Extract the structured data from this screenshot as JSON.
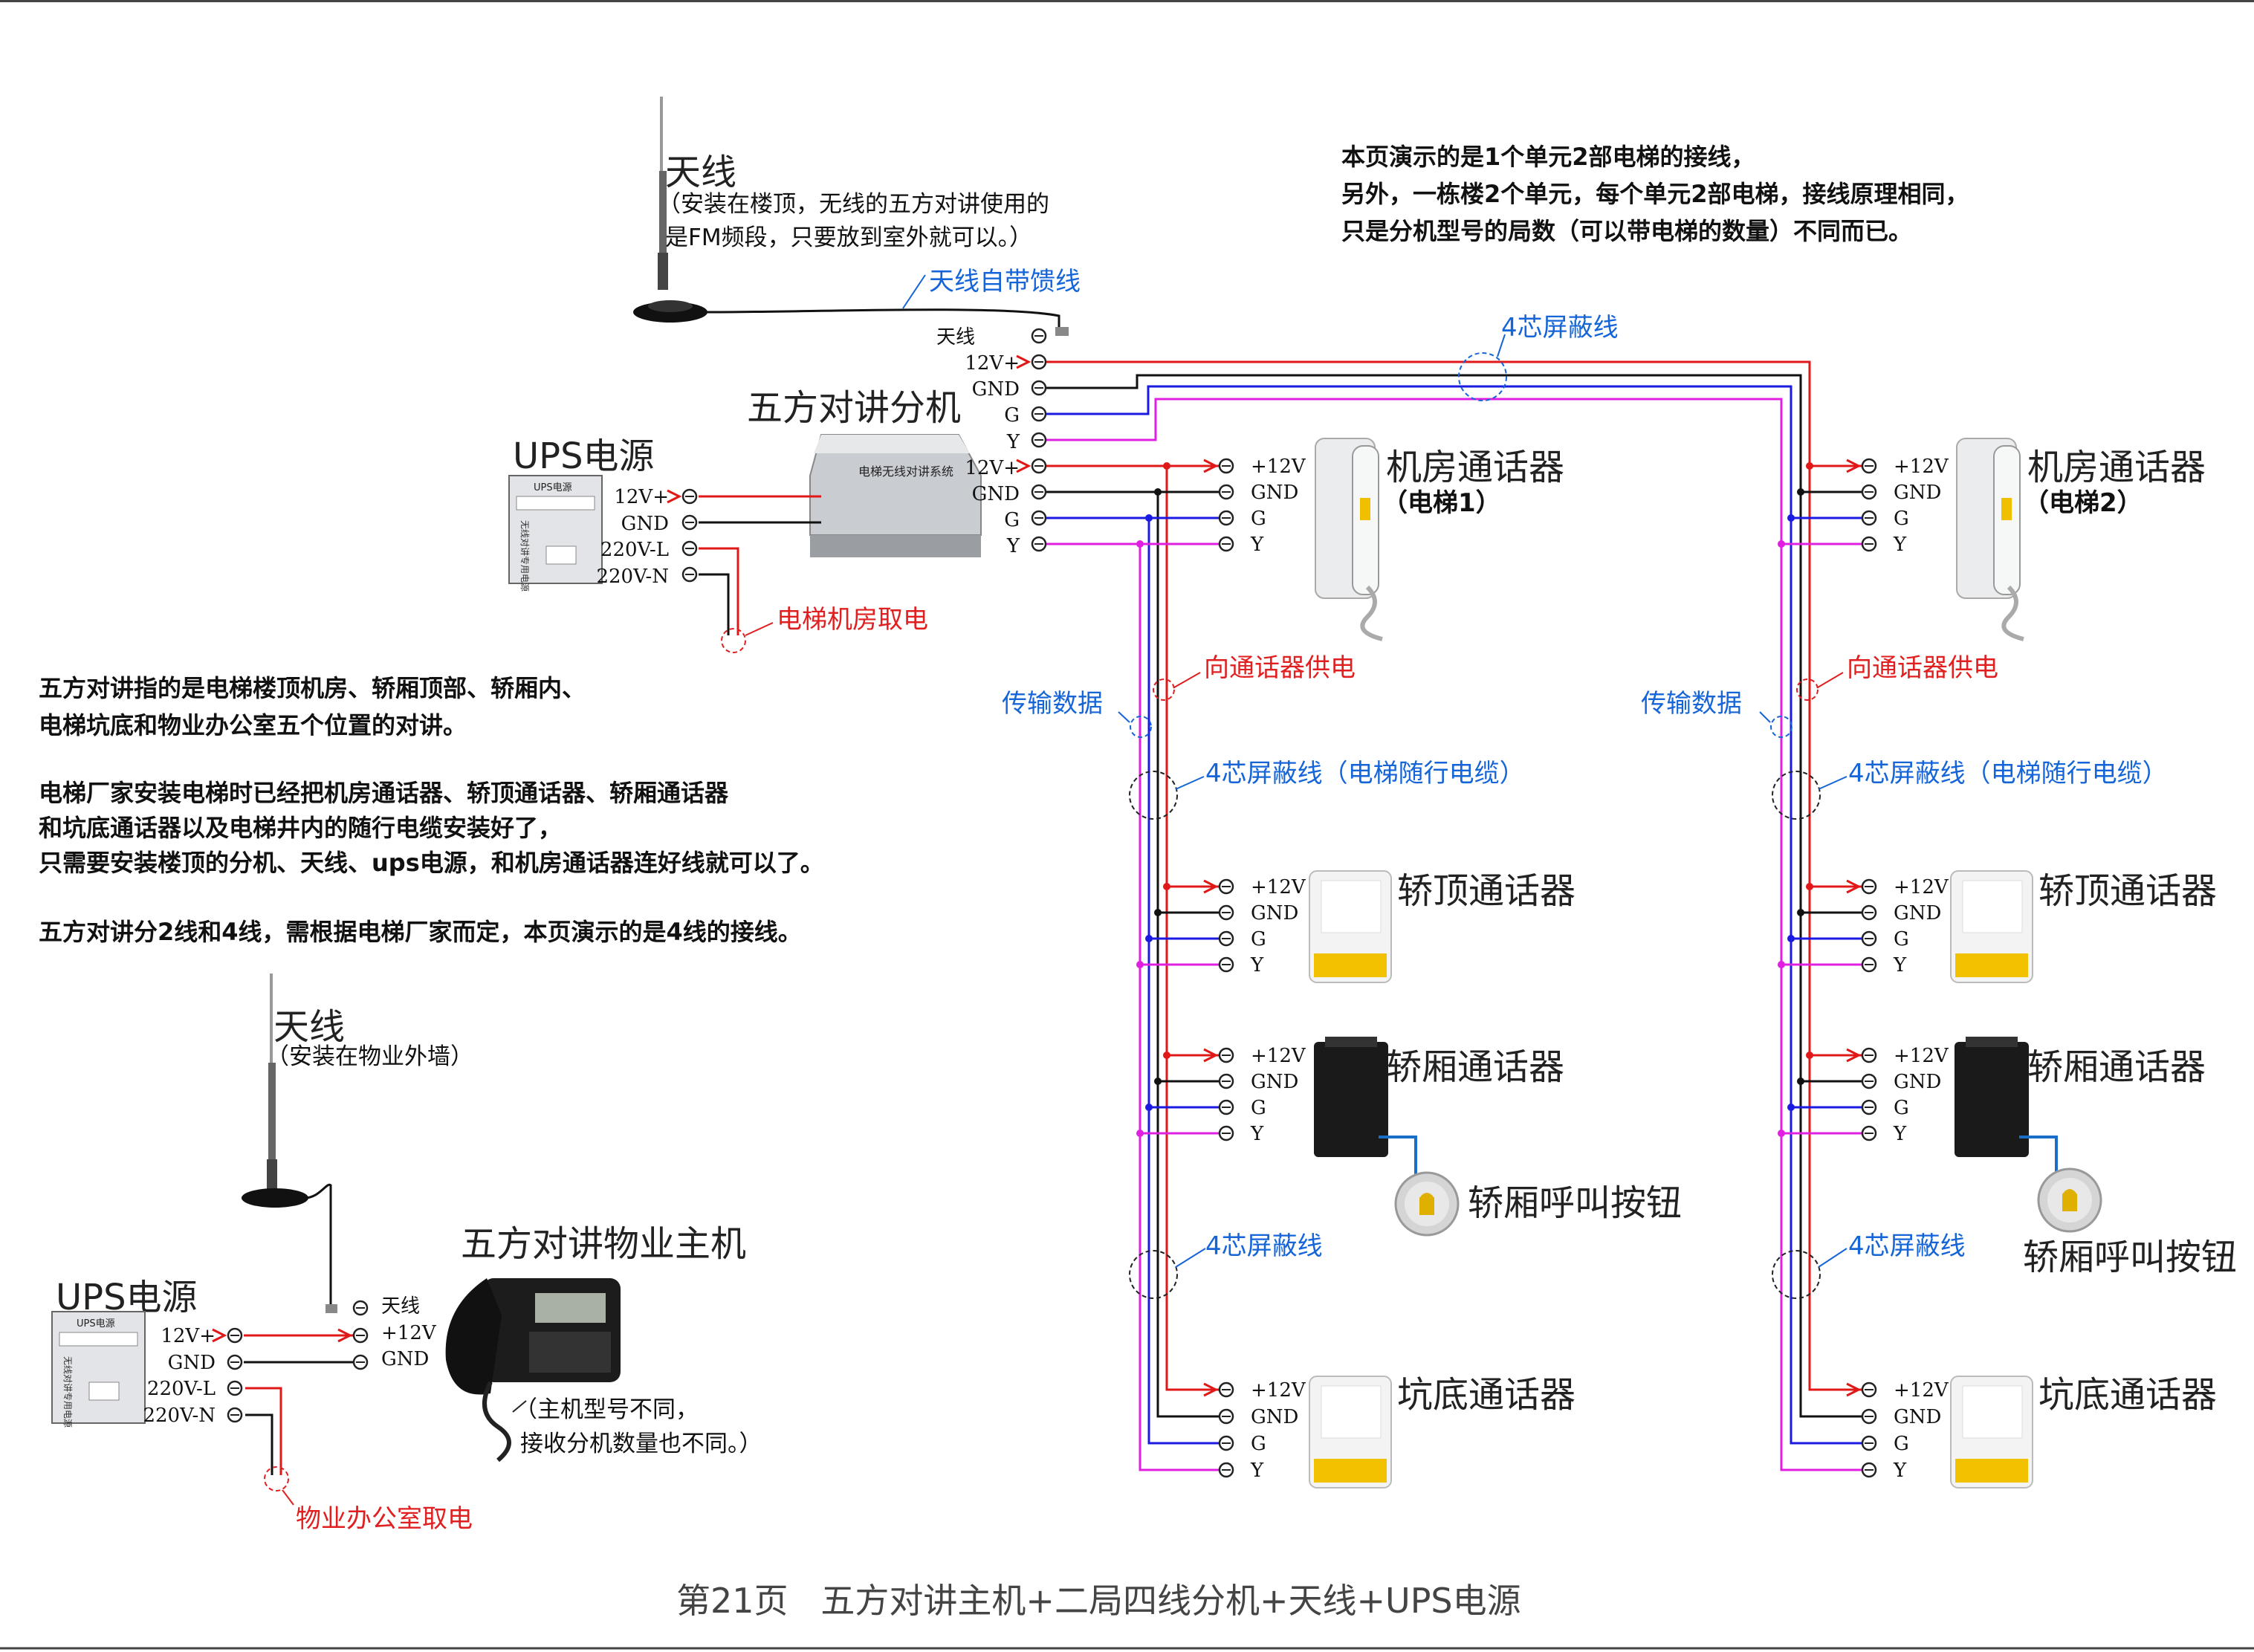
{
  "antenna_top": {
    "title": "天线",
    "note_line1": "（安装在楼顶，无线的五方对讲使用的",
    "note_line2": "是FM频段，只要放到室外就可以。）",
    "feeder_label": "天线自带馈线"
  },
  "intro_note": [
    "本页演示的是1个单元2部电梯的接线，",
    "另外，一栋楼2个单元，每个单元2部电梯，接线原理相同，",
    "只是分机型号的局数（可以带电梯的数量）不同而已。"
  ],
  "shield_top": "4芯屏蔽线",
  "ext_unit": {
    "title": "五方对讲分机",
    "device_label": "电梯无线对讲系统",
    "terminals": [
      "天线",
      "12V+",
      "GND",
      "G",
      "Y",
      "12V+",
      "GND",
      "G",
      "Y"
    ]
  },
  "ups_top": {
    "title": "UPS电源",
    "box_label": "UPS电源",
    "box_side_text": "无线对讲专用电源",
    "terminals": [
      "12V+",
      "GND",
      "220V-L",
      "220V-N"
    ],
    "power_label": "电梯机房取电"
  },
  "explain": [
    "五方对讲指的是电梯楼顶机房、轿厢顶部、轿厢内、",
    "电梯坑底和物业办公室五个位置的对讲。",
    "电梯厂家安装电梯时已经把机房通话器、轿顶通话器、轿厢通话器",
    "和坑底通话器以及电梯井内的随行电缆安装好了，",
    "只需要安装楼顶的分机、天线、ups电源，和机房通话器连好线就可以了。",
    "五方对讲分2线和4线，需根据电梯厂家而定，本页演示的是4线的接线。"
  ],
  "elevator1": {
    "machine_room": "机房通话器",
    "elevator_tag": "（电梯1）",
    "data_label": "传输数据",
    "power_label": "向通话器供电",
    "cable_label": "4芯屏蔽线（电梯随行电缆）",
    "car_top": "轿顶通话器",
    "car": "轿厢通话器",
    "call_button": "轿厢呼叫按钮",
    "shield_label": "4芯屏蔽线",
    "pit": "坑底通话器"
  },
  "elevator2": {
    "machine_room": "机房通话器",
    "elevator_tag": "（电梯2）",
    "data_label": "传输数据",
    "power_label": "向通话器供电",
    "cable_label": "4芯屏蔽线（电梯随行电缆）",
    "car_top": "轿顶通话器",
    "car": "轿厢通话器",
    "call_button": "轿厢呼叫按钮",
    "shield_label": "4芯屏蔽线",
    "pit": "坑底通话器"
  },
  "device_terminals": [
    "+12V",
    "GND",
    "G",
    "Y"
  ],
  "antenna_office": {
    "title": "天线",
    "note": "（安装在物业外墙）"
  },
  "host": {
    "title": "五方对讲物业主机",
    "terminals": [
      "天线",
      "+12V",
      "GND"
    ],
    "note_line1": "（主机型号不同，",
    "note_line2": "接收分机数量也不同。）"
  },
  "ups_office": {
    "title": "UPS电源",
    "box_label": "UPS电源",
    "box_side_text": "无线对讲专用电源",
    "terminals": [
      "12V+",
      "GND",
      "220V-L",
      "220V-N"
    ],
    "power_label": "物业办公室取电"
  },
  "caption": "第21页   五方对讲主机+二局四线分机+天线+UPS电源",
  "colors": {
    "power_wire": "#e01818",
    "ground_wire": "#111111",
    "g_wire": "#1a1ae0",
    "y_wire": "#e020e0",
    "label_blue": "#1565d8",
    "label_red": "#e02020"
  }
}
